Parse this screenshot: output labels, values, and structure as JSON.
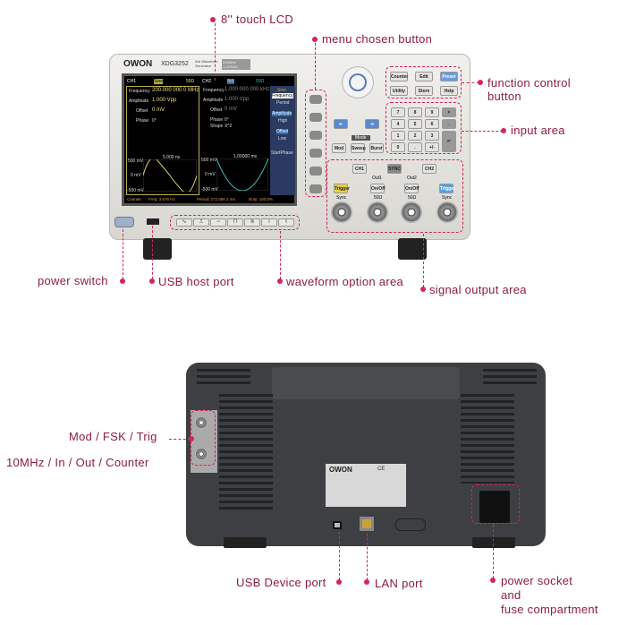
{
  "front_labels": {
    "lcd": "8'' touch LCD",
    "menu": "menu chosen button",
    "function_control_1": "function control",
    "function_control_2": "button",
    "input": "input area",
    "power": "power switch",
    "usb_host": "USB host port",
    "waveform": "waveform option area",
    "signal_output": "signal output area"
  },
  "rear_labels": {
    "mod": "Mod / FSK / Trig",
    "clock": "10MHz / In / Out / Counter",
    "usb_device": "USB Device port",
    "lan": "LAN port",
    "power_socket_1": "power socket",
    "power_socket_2": "and",
    "power_socket_3": "fuse compartment"
  },
  "device": {
    "brand": "OWON",
    "model": "XDG3252",
    "subtitle": "Arb Waveform Generator",
    "spec": "250MHz 1.2GSa/s"
  },
  "screen": {
    "ch1": {
      "tag": "CH1",
      "state": "OFF",
      "wave": "Sine",
      "load": "50Ω",
      "frequency_label": "Frequency",
      "frequency": "200.000 000 0 MHz",
      "amplitude_label": "Amplitude",
      "amplitude": "1.000 Vpp",
      "offset_label": "Offset",
      "offset": "0 mV",
      "phase_label": "Phase",
      "phase": "0°",
      "time": "5.000 ns",
      "y_top": "500 mV",
      "y_mid": "0 mV",
      "y_bot": "-500 mV"
    },
    "ch2": {
      "tag": "CH2",
      "state": "OFF",
      "wave": "Arb",
      "load": "50Ω",
      "frequency_label": "Frequency",
      "frequency": "1.000 000 000 kHz",
      "amplitude_label": "Amplitude",
      "amplitude": "1.000 Vpp",
      "offset_label": "Offset",
      "offset": "0 mV",
      "phase_label": "Phase",
      "phase": "0°",
      "shape_label": "Shape",
      "shape": "X^2",
      "time": "1.00000 ms",
      "y_top": "500 mV",
      "y_mid": "0 mV",
      "y_bot": "-500 mV"
    },
    "menu": [
      "Sine",
      "Frequency",
      "Period",
      "Amplitude",
      "High",
      "Offset",
      "Low",
      "StartPhase"
    ],
    "status": {
      "counter": "Counter",
      "freq": "Freq: 3.676 Hz",
      "period": "Period: 272.086 2 ms",
      "duty": "Duty: 100.0%"
    }
  },
  "function_buttons": [
    "Counter",
    "Edit",
    "Preset",
    "Utility",
    "Store",
    "Help"
  ],
  "keypad": [
    "7",
    "8",
    "9",
    "×",
    "4",
    "5",
    "6",
    "←",
    "1",
    "2",
    "3",
    "0",
    ".",
    "+/-",
    "↵"
  ],
  "mode_buttons": {
    "title": "Mode",
    "items": [
      "Mod",
      "Sweep",
      "Burst"
    ]
  },
  "output": {
    "ch1": "CH1",
    "ch2": "CH2",
    "sync_btn": "SYNC",
    "out1": "Out1",
    "out2": "Out2",
    "onoff": "On/Off",
    "trigger": "Trigger",
    "sync": "Sync",
    "label_50": "50Ω"
  },
  "waveforms": [
    "∿",
    "⎍",
    "∽",
    "⨅",
    "≋",
    "≀",
    "⌇"
  ]
}
